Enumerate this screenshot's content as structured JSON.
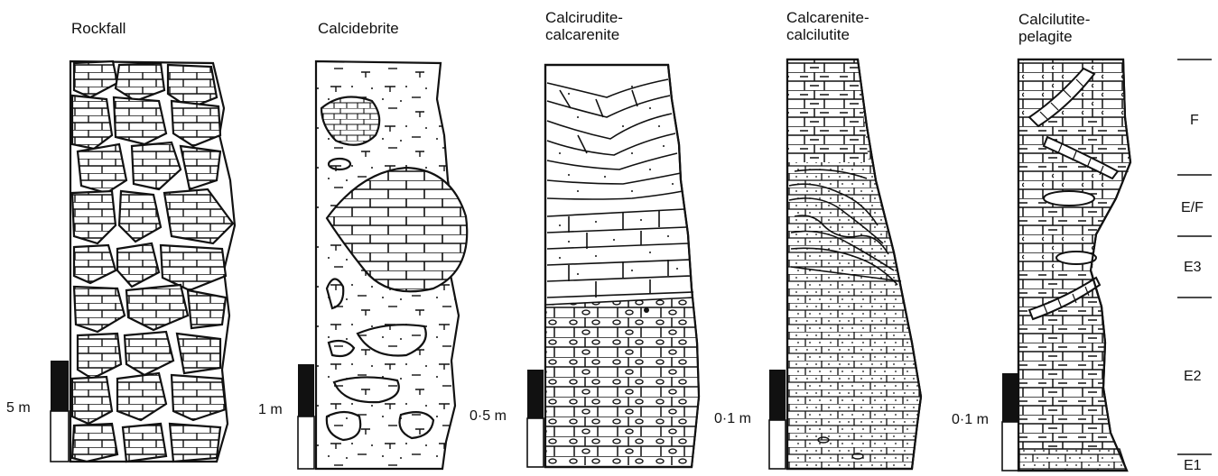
{
  "columns": [
    {
      "id": "rockfall",
      "title_lines": [
        "Rockfall"
      ],
      "scale": "5 m"
    },
    {
      "id": "calcidebrite",
      "title_lines": [
        "Calcidebrite"
      ],
      "scale": "1 m"
    },
    {
      "id": "calcirudite",
      "title_lines": [
        "Calcirudite-",
        "calcarenite"
      ],
      "scale": "0·5 m"
    },
    {
      "id": "calcarenite",
      "title_lines": [
        "Calcarenite-",
        "calcilutite"
      ],
      "scale": "0·1 m"
    },
    {
      "id": "calcilutite",
      "title_lines": [
        "Calcilutite-",
        "pelagite"
      ],
      "scale": "0·1 m"
    }
  ],
  "units": [
    "F",
    "E/F",
    "E3",
    "E2",
    "E1"
  ]
}
